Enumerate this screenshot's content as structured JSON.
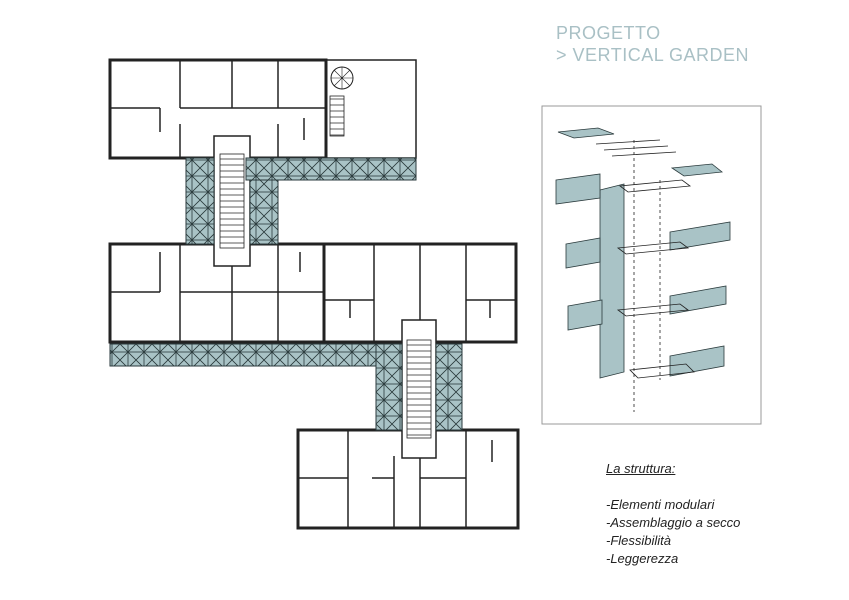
{
  "title": {
    "line1": "PROGETTO",
    "line2": "> VERTICAL GARDEN"
  },
  "notes": {
    "heading": "La struttura:",
    "items": [
      "-Elementi modulari",
      "-Assemblaggio a secco",
      "-Flessibilità",
      "-Leggerezza"
    ]
  },
  "colors": {
    "garden_fill": "#a9c3c6",
    "wall": "#222222",
    "window": "#b0b0b0",
    "frame": "#999999"
  }
}
